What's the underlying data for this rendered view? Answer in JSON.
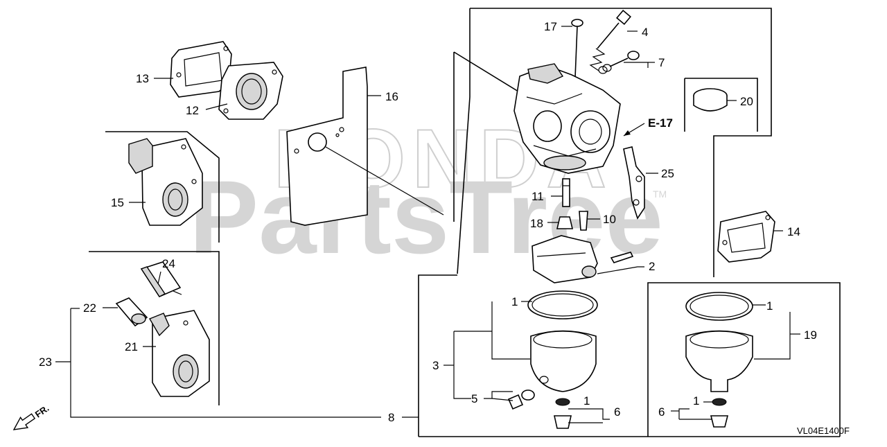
{
  "watermark": {
    "brand": "HONDA",
    "text": "PartsTree",
    "tm": "TM"
  },
  "reference_label": "E-17",
  "diagram_code": "VL04E1400F",
  "fr_label": "FR.",
  "callouts": [
    "1",
    "2",
    "3",
    "4",
    "5",
    "6",
    "7",
    "8",
    "10",
    "11",
    "12",
    "13",
    "14",
    "15",
    "16",
    "17",
    "18",
    "19",
    "20",
    "21",
    "22",
    "23",
    "24",
    "25"
  ]
}
